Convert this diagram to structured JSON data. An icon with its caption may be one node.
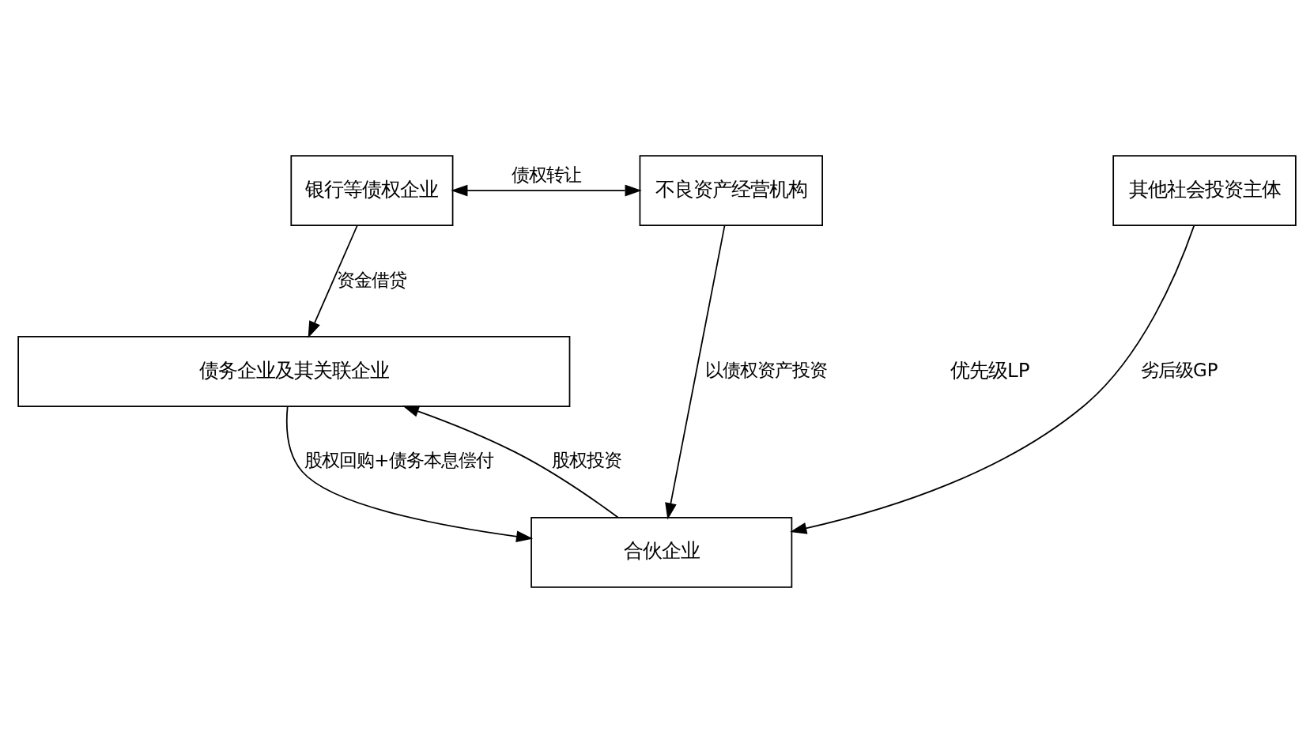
{
  "diagram": {
    "nodes": [
      {
        "text": [
          "银行等债权企业"
        ]
      },
      {
        "text": [
          "不良资产经营机构"
        ]
      },
      {
        "text": [
          "其他社会投资主体"
        ]
      },
      {
        "text": [
          "合伙企业"
        ]
      },
      {
        "text": [
          "债务企业及其关联企业"
        ]
      }
    ],
    "edges": [
      {
        "from": 0,
        "to": 1,
        "arrow": "both",
        "label": "债权转让"
      },
      {
        "from": 0,
        "to": 4,
        "arrow": "to",
        "label": "资金借贷"
      },
      {
        "from": 1,
        "to": 3,
        "arrow": "to",
        "label": "以债权资产投资"
      },
      {
        "from": 2,
        "to": 3,
        "arrow": "to",
        "label": "劣后级GP"
      },
      {
        "from": 3,
        "to": 4,
        "arrow": "to",
        "label": "股权投资"
      },
      {
        "from": 4,
        "to": 3,
        "arrow": "to",
        "label": "股权回购+债务本息偿付"
      }
    ],
    "labels": [
      "优先级LP"
    ]
  }
}
